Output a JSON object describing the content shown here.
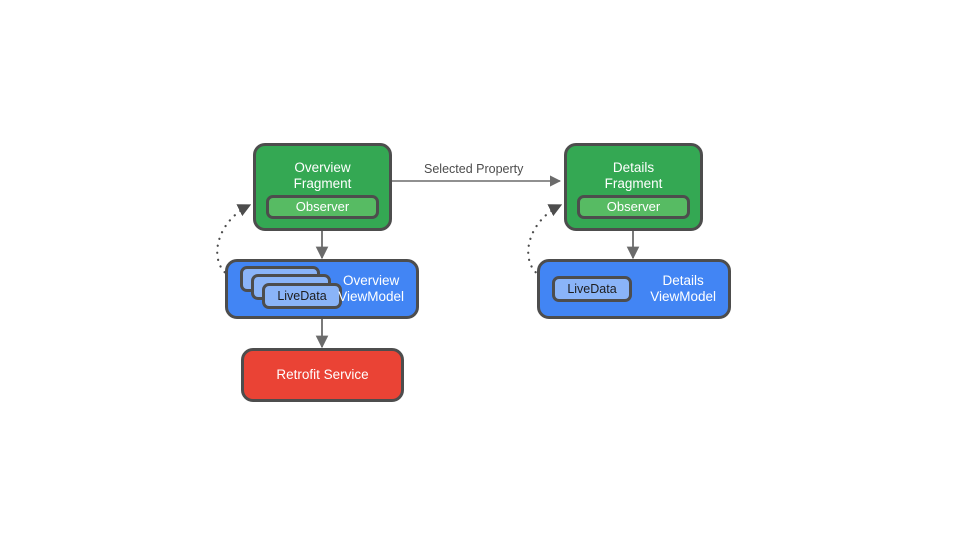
{
  "diagram": {
    "title": "Android app architecture: Fragments, ViewModels, LiveData and Retrofit",
    "background": "#ffffff",
    "colors": {
      "fragment": "#34a853",
      "observer": "#57bb63",
      "viewmodel": "#4285f4",
      "livedata": "#8ab4f8",
      "service": "#ea4335",
      "stroke": "#4d4d4d",
      "arrow": "#6b6b6b",
      "label_text": "#4d4d4d",
      "node_text": "#ffffff"
    },
    "nodes": {
      "overview_fragment": {
        "title": "Overview\nFragment",
        "observer_label": "Observer"
      },
      "details_fragment": {
        "title": "Details\nFragment",
        "observer_label": "Observer"
      },
      "overview_viewmodel": {
        "title": "Overview\nViewModel",
        "livedata_label": "LiveData",
        "livedata_count": 3
      },
      "details_viewmodel": {
        "title": "Details\nViewModel",
        "livedata_label": "LiveData",
        "livedata_count": 1
      },
      "retrofit_service": {
        "title": "Retrofit Service"
      }
    },
    "edges": [
      {
        "name": "selected-property-edge",
        "from": "overview_fragment",
        "to": "details_fragment",
        "label": "Selected Property",
        "style": "solid"
      },
      {
        "name": "overview-fragment-to-viewmodel-edge",
        "from": "overview_fragment",
        "to": "overview_viewmodel",
        "label": "",
        "style": "solid"
      },
      {
        "name": "details-fragment-to-viewmodel-edge",
        "from": "details_fragment",
        "to": "details_viewmodel",
        "label": "",
        "style": "solid"
      },
      {
        "name": "overview-viewmodel-to-retrofit-edge",
        "from": "overview_viewmodel",
        "to": "retrofit_service",
        "label": "",
        "style": "solid"
      },
      {
        "name": "overview-livedata-to-observer-edge",
        "from": "overview_viewmodel",
        "to": "overview_fragment",
        "label": "",
        "style": "dotted"
      },
      {
        "name": "details-livedata-to-observer-edge",
        "from": "details_viewmodel",
        "to": "details_fragment",
        "label": "",
        "style": "dotted"
      }
    ]
  }
}
